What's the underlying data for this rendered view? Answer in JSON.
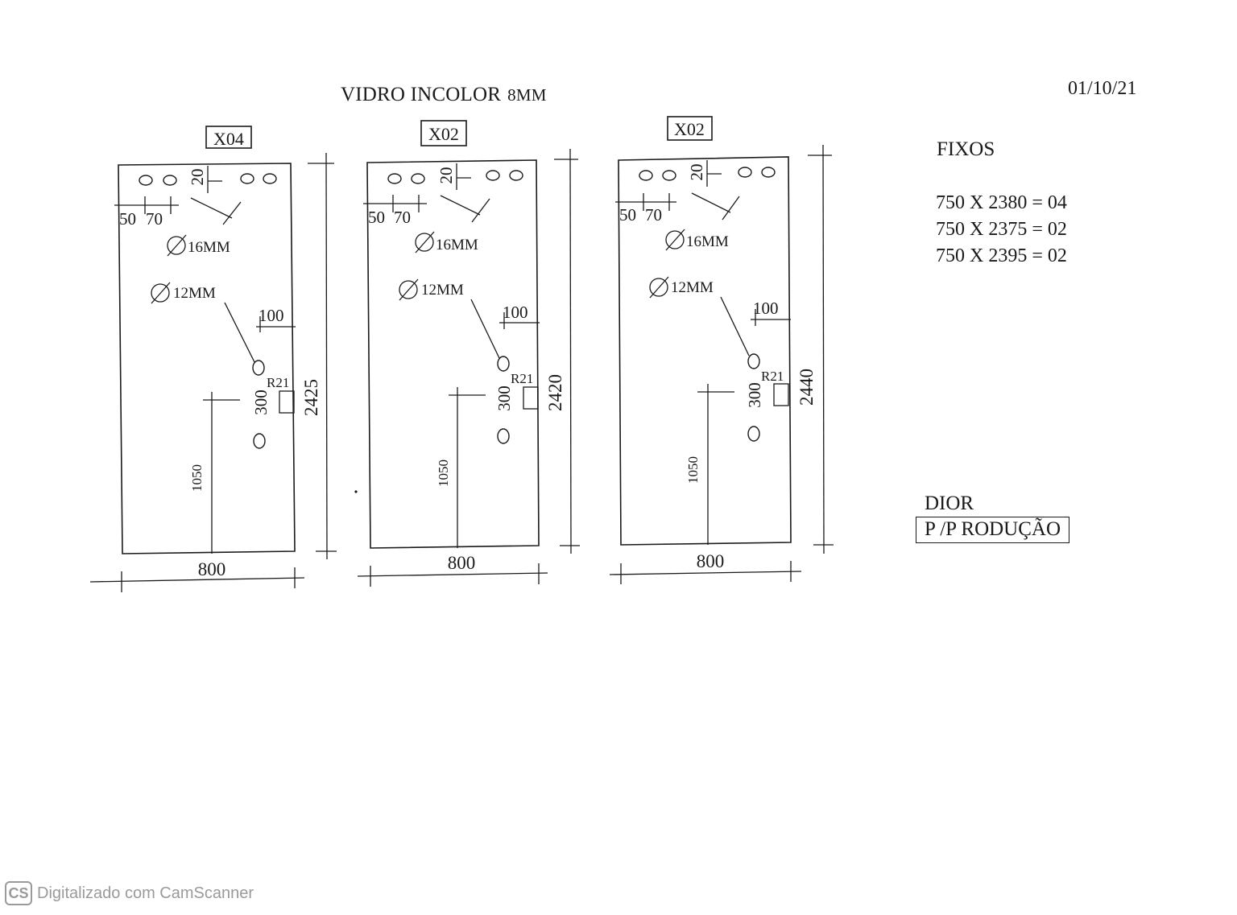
{
  "header": {
    "title": "VIDRO INCOLOR",
    "thickness": "8MM",
    "date": "01/10/21"
  },
  "panels": [
    {
      "tag": "X04",
      "width_label": "800",
      "height_label": "2425",
      "hole16_label": "16MM",
      "hole12_label": "12MM",
      "dim_20": "20",
      "dim_50": "50",
      "dim_70": "70",
      "dim_100": "100",
      "dim_300": "300",
      "radius_label": "R21",
      "dim_1050": "1050"
    },
    {
      "tag": "X02",
      "width_label": "800",
      "height_label": "2420",
      "hole16_label": "16MM",
      "hole12_label": "12MM",
      "dim_20": "20",
      "dim_50": "50",
      "dim_70": "70",
      "dim_100": "100",
      "dim_300": "300",
      "radius_label": "R21",
      "dim_1050": "1050"
    },
    {
      "tag": "X02",
      "width_label": "800",
      "height_label": "2440",
      "hole16_label": "16MM",
      "hole12_label": "12MM",
      "dim_20": "20",
      "dim_50": "50",
      "dim_70": "70",
      "dim_100": "100",
      "dim_300": "300",
      "radius_label": "R21",
      "dim_1050": "1050"
    }
  ],
  "fixos": {
    "heading": "FIXOS",
    "items": [
      "750 X 2380 = 04",
      "750 X 2375 = 02",
      "750 X 2395 = 02"
    ]
  },
  "footer": {
    "client": "DIOR",
    "status": "P /P RODUÇÃO"
  },
  "watermark": {
    "logo": "CS",
    "text": "Digitalizado com CamScanner"
  },
  "colors": {
    "ink": "#1a1a1a",
    "watermark": "#9a9a9a",
    "paper": "#ffffff"
  }
}
